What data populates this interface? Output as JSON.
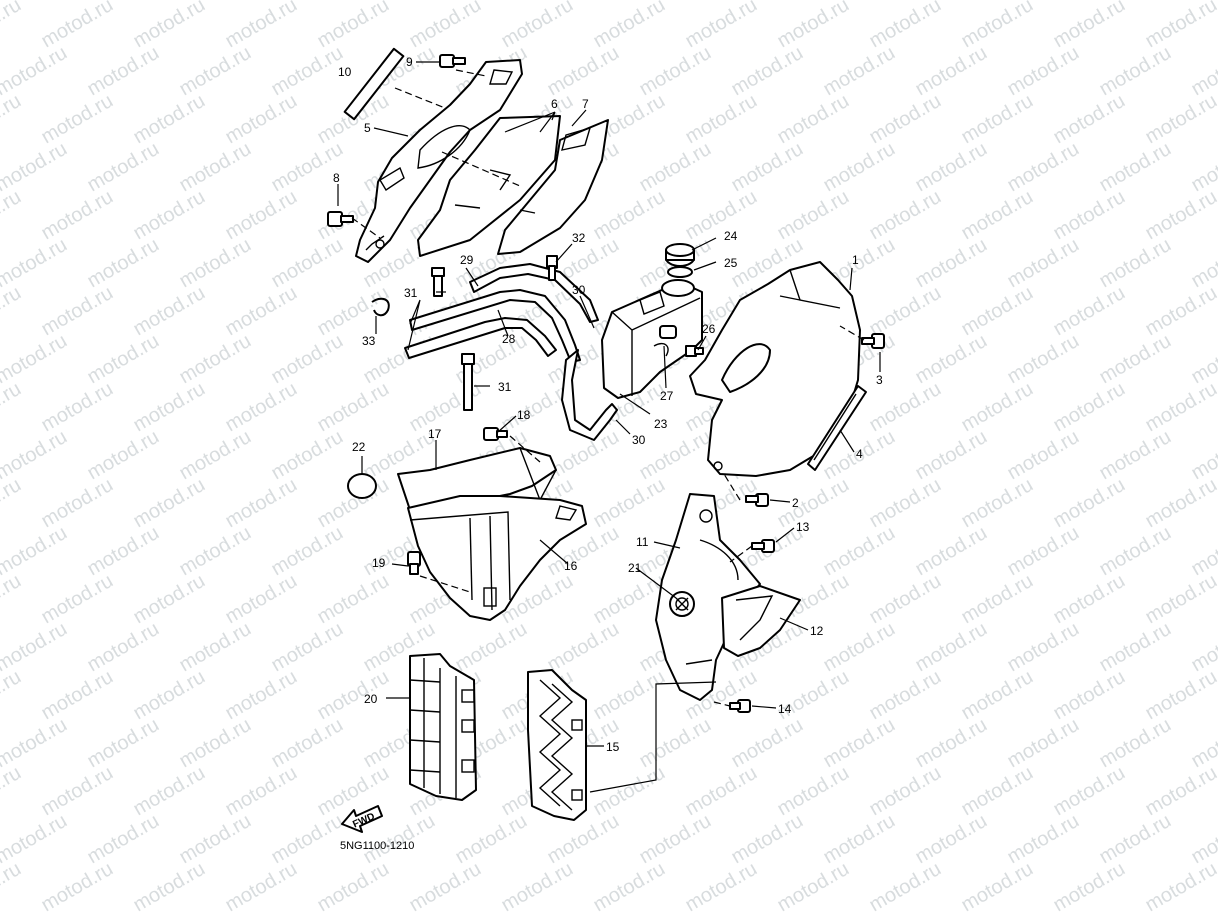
{
  "watermark": {
    "text": "motod.ru",
    "color": "#b9c0c4"
  },
  "diagram": {
    "code": "5NG1100-1210",
    "fwd_label": "FWD",
    "callouts": [
      "1",
      "2",
      "3",
      "4",
      "5",
      "6",
      "7",
      "8",
      "9",
      "10",
      "11",
      "12",
      "13",
      "14",
      "15",
      "16",
      "17",
      "18",
      "19",
      "20",
      "21",
      "22",
      "23",
      "24",
      "25",
      "26",
      "27",
      "28",
      "29",
      "30",
      "30",
      "31",
      "31",
      "32",
      "33"
    ]
  }
}
